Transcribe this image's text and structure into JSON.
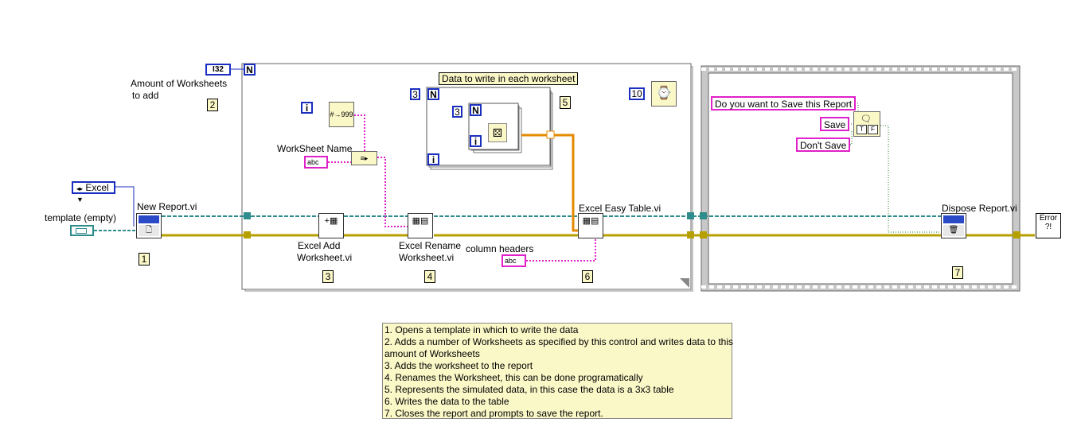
{
  "labels": {
    "amount_worksheets": "Amount of Worksheets",
    "to_add": "to add",
    "template_empty": "template (empty)",
    "new_report": "New Report.vi",
    "worksheet_name": "WorkSheet Name",
    "data_to_write": "Data to write in each worksheet",
    "excel_add_l1": "Excel Add",
    "excel_add_l2": "Worksheet.vi",
    "excel_rename_l1": "Excel Rename",
    "excel_rename_l2": "Worksheet.vi",
    "column_headers": "column headers",
    "excel_easy_table": "Excel Easy Table.vi",
    "dispose_report": "Dispose Report.vi"
  },
  "constants": {
    "i32": "I32",
    "n": "N",
    "i": "i",
    "three_a": "3",
    "three_b": "3",
    "ten": "10",
    "excel_enum": "Excel",
    "abc": "abc",
    "save_prompt": "Do you want to Save this Report",
    "save": "Save",
    "dont_save": "Don't Save",
    "t": "T",
    "f": "F",
    "error": "Error"
  },
  "step_numbers": {
    "s1": "1",
    "s2": "2",
    "s3": "3",
    "s4": "4",
    "s5": "5",
    "s6": "6",
    "s7": "7"
  },
  "notes": [
    "1. Opens a template in which to write the data",
    "2. Adds a number of Worksheets as specified by this control and writes data to this",
    "amount of Worksheets",
    "3. Adds the worksheet to the report",
    "4. Renames the Worksheet, this can be done programatically",
    "5. Represents the simulated data, in this case the data is a 3x3 table",
    "6. Writes the data to the table",
    "7. Closes the report and prompts to save the report."
  ],
  "colors": {
    "refnum_wire": "#2e8c8c",
    "error_wire": "#b5a000",
    "string_wire": "#e020c8",
    "numeric_wire": "#1a2fbf",
    "data_wire": "#e38a00"
  }
}
